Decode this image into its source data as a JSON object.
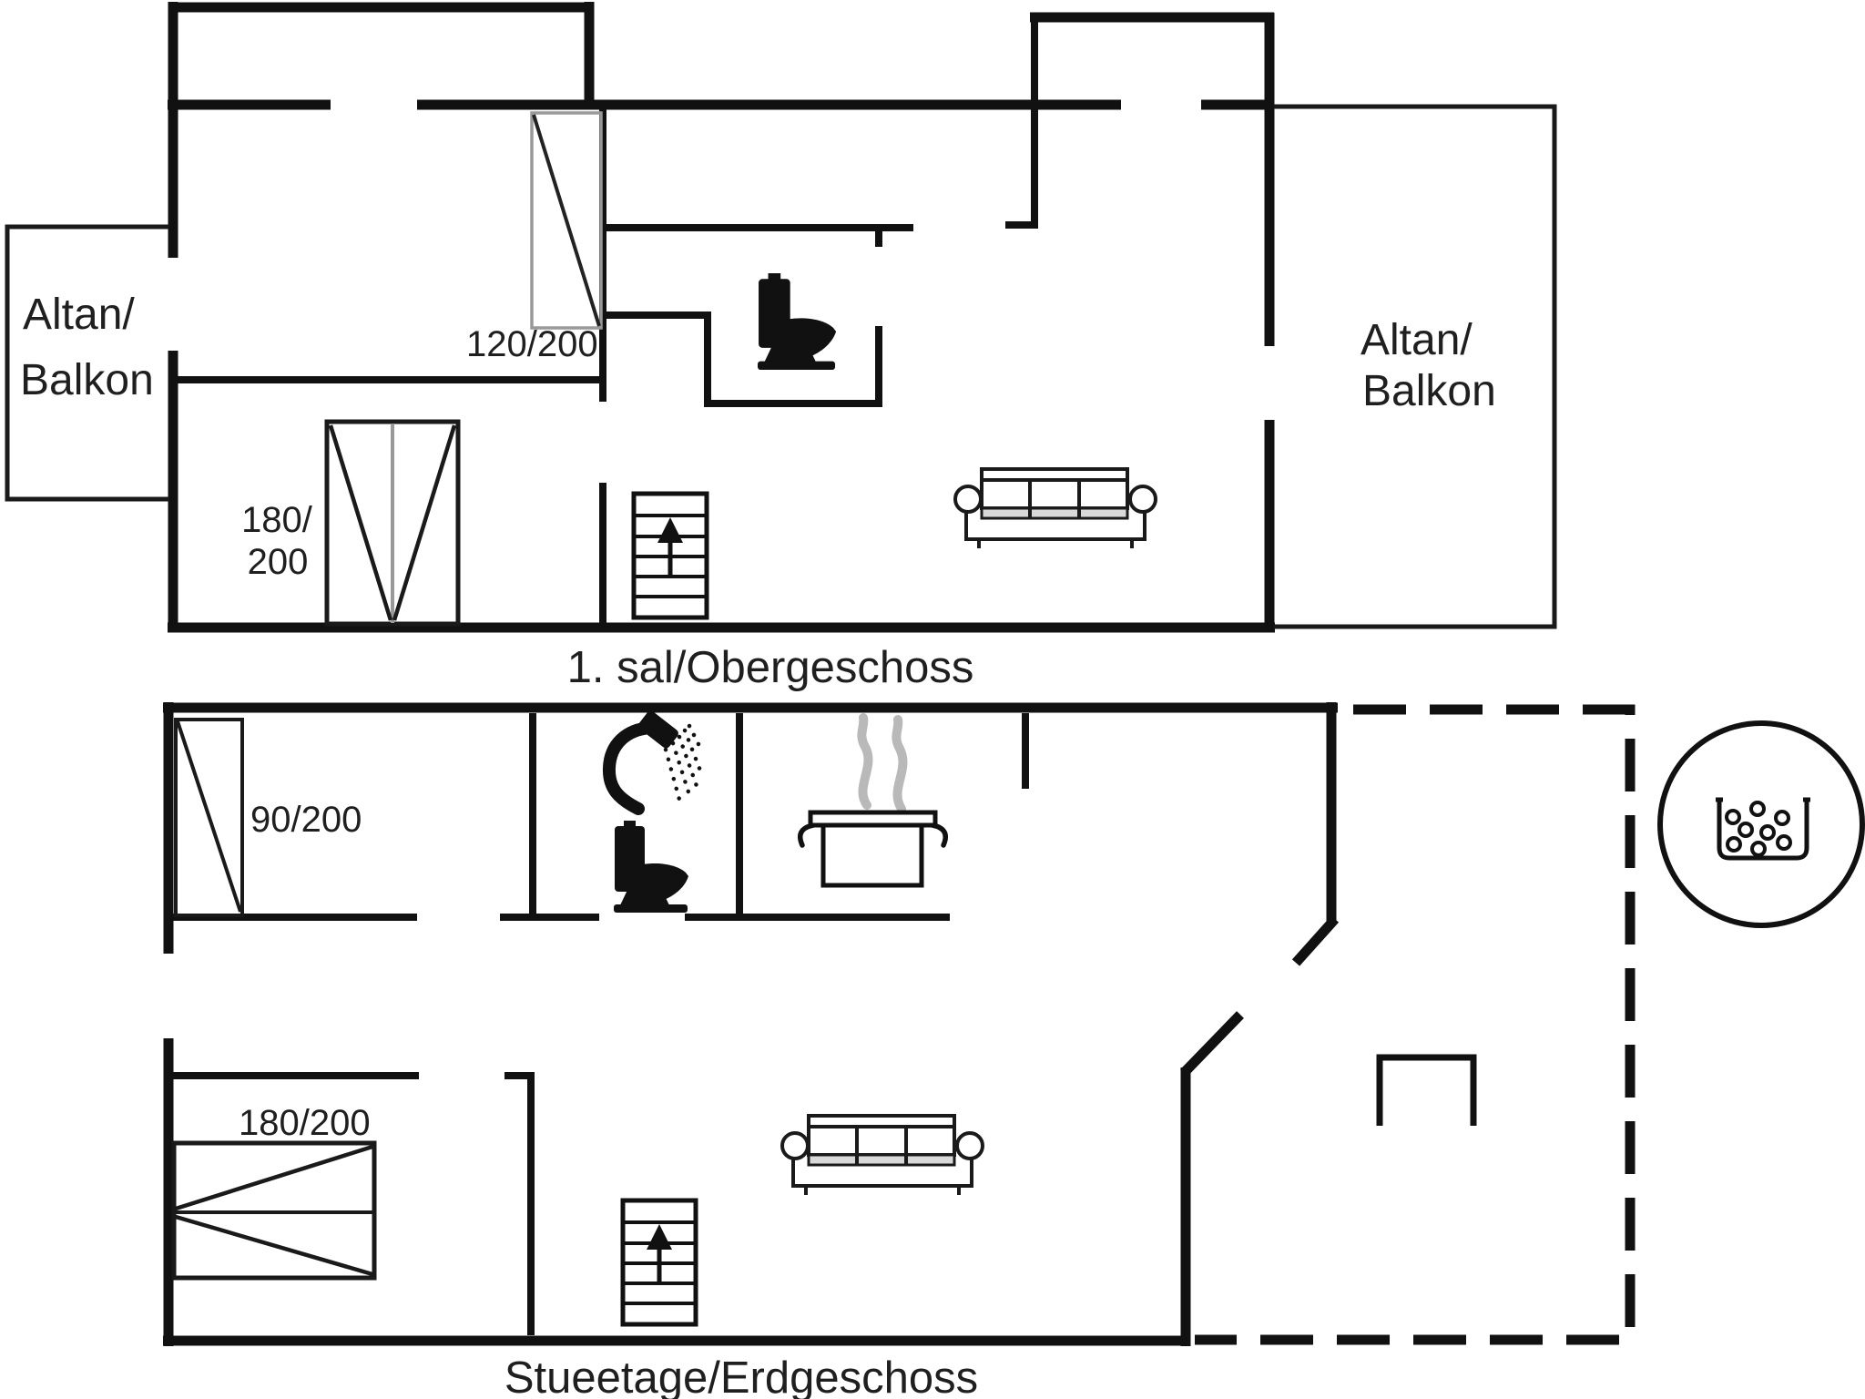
{
  "diagram": {
    "type": "floor-plan",
    "floors": [
      {
        "id": "upper-floor",
        "label": "1. sal/Obergeschoss",
        "balcony_left": {
          "label_line1": "Altan/",
          "label_line2": "Balkon"
        },
        "balcony_right": {
          "label_line1": "Altan/",
          "label_line2": "Balkon"
        },
        "beds": [
          {
            "label": "120/200"
          },
          {
            "label_line1": "180/",
            "label_line2": "200"
          }
        ],
        "icons": [
          "toilet-icon",
          "stairs-up-icon",
          "sofa-icon"
        ]
      },
      {
        "id": "ground-floor",
        "label": "Stueetage/Erdgeschoss",
        "beds": [
          {
            "label": "90/200"
          },
          {
            "label": "180/200"
          }
        ],
        "icons": [
          "shower-icon",
          "toilet-icon",
          "cooking-pot-icon",
          "stairs-up-icon",
          "sofa-icon",
          "fireplace-icon",
          "whirlpool-icon"
        ],
        "terrace": {
          "outline": "dashed"
        }
      }
    ],
    "colors": {
      "line": "#111111",
      "muted_line": "#999999",
      "steam": "#b9b9b9",
      "background": "#ffffff"
    }
  }
}
